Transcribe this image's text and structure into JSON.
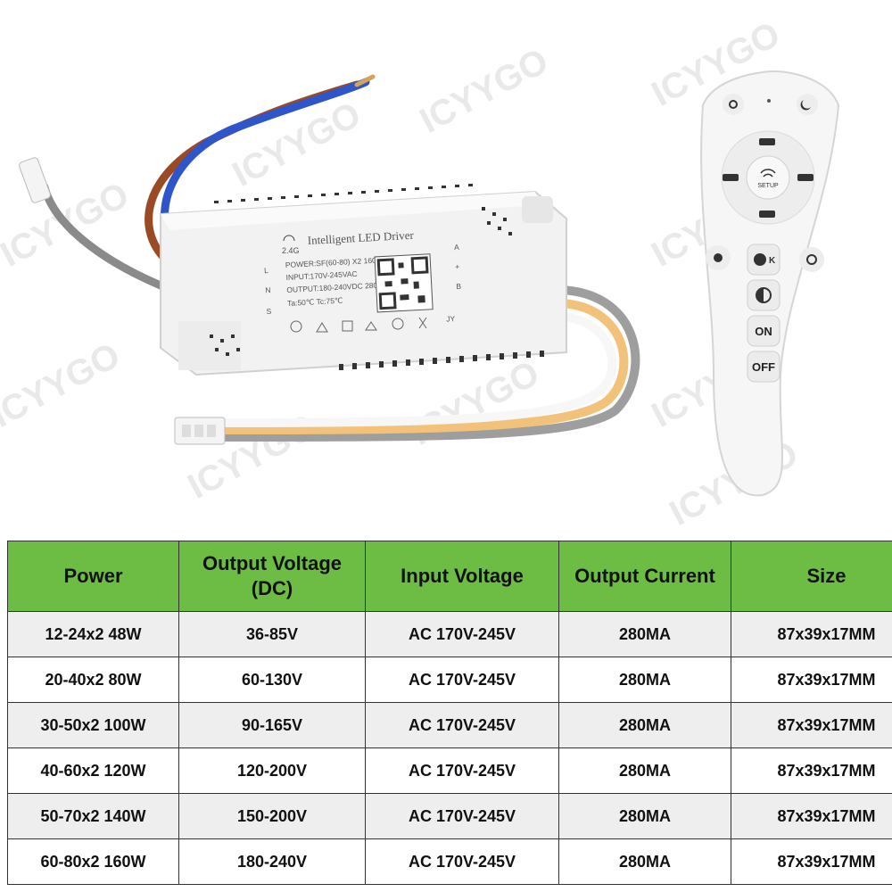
{
  "watermark": "ICYYGO",
  "driver": {
    "brand_line": "Intelligent LED Driver",
    "band": "2.4G",
    "power_line": "POWER:SF(60-80) X2 160W",
    "input_line": "INPUT:170V-245VAC",
    "output_line": "OUTPUT:180-240VDC 280mA",
    "temp_line": "Ta:50℃    Tc:75℃",
    "pin_l": "L",
    "pin_n": "N",
    "pin_s": "S",
    "pin_a": "A",
    "pin_plus": "+",
    "pin_b": "B",
    "maker": "JY"
  },
  "remote": {
    "setup_label": "SETUP",
    "btn_on": "ON",
    "btn_off": "OFF"
  },
  "table": {
    "headers": {
      "power": "Power",
      "output_voltage": "Output Voltage\n(DC)",
      "input_voltage": "Input Voltage",
      "output_current": "Output Current",
      "size": "Size"
    },
    "rows": [
      {
        "power": "12-24x2  48W",
        "output_voltage": "36-85V",
        "input_voltage": "AC 170V-245V",
        "output_current": "280MA",
        "size": "87x39x17MM"
      },
      {
        "power": "20-40x2  80W",
        "output_voltage": "60-130V",
        "input_voltage": "AC 170V-245V",
        "output_current": "280MA",
        "size": "87x39x17MM"
      },
      {
        "power": "30-50x2  100W",
        "output_voltage": "90-165V",
        "input_voltage": "AC 170V-245V",
        "output_current": "280MA",
        "size": "87x39x17MM"
      },
      {
        "power": "40-60x2  120W",
        "output_voltage": "120-200V",
        "input_voltage": "AC 170V-245V",
        "output_current": "280MA",
        "size": "87x39x17MM"
      },
      {
        "power": "50-70x2  140W",
        "output_voltage": "150-200V",
        "input_voltage": "AC 170V-245V",
        "output_current": "280MA",
        "size": "87x39x17MM"
      },
      {
        "power": "60-80x2  160W",
        "output_voltage": "180-240V",
        "input_voltage": "AC 170V-245V",
        "output_current": "280MA",
        "size": "87x39x17MM"
      }
    ]
  },
  "colors": {
    "header_green": "#6dbd45",
    "row_alt": "#eeeeee",
    "wire_blue": "#2e55c9",
    "wire_brown": "#9a4a24",
    "wire_gray": "#8a8a8a",
    "wire_yellow": "#f3c27a"
  }
}
